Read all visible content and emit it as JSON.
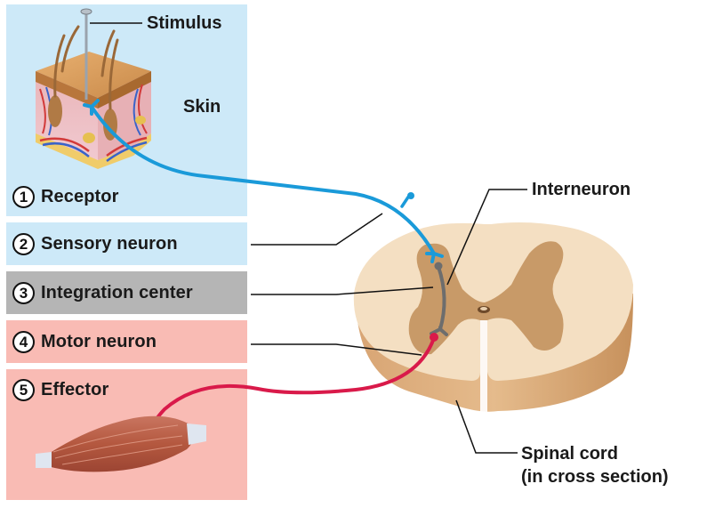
{
  "title": "Reflex arc components",
  "steps": [
    {
      "number": "1",
      "label": "Receptor",
      "color": "#cde9f8"
    },
    {
      "number": "2",
      "label": "Sensory neuron",
      "color": "#cde9f8"
    },
    {
      "number": "3",
      "label": "Integration center",
      "color": "#b5b5b5"
    },
    {
      "number": "4",
      "label": "Motor neuron",
      "color": "#f9bbb4"
    },
    {
      "number": "5",
      "label": "Effector",
      "color": "#f9bbb4"
    }
  ],
  "labels": {
    "stimulus": "Stimulus",
    "skin": "Skin",
    "interneuron": "Interneuron",
    "spinal_cord_line1": "Spinal cord",
    "spinal_cord_line2": "(in cross section)"
  },
  "colors": {
    "sensory_neuron": "#1a9ad9",
    "interneuron": "#6b6b6b",
    "motor_neuron": "#d91a4a",
    "white_matter": "#f3dcbc",
    "gray_matter": "#c99a66",
    "cord_side": "#d9a877"
  }
}
